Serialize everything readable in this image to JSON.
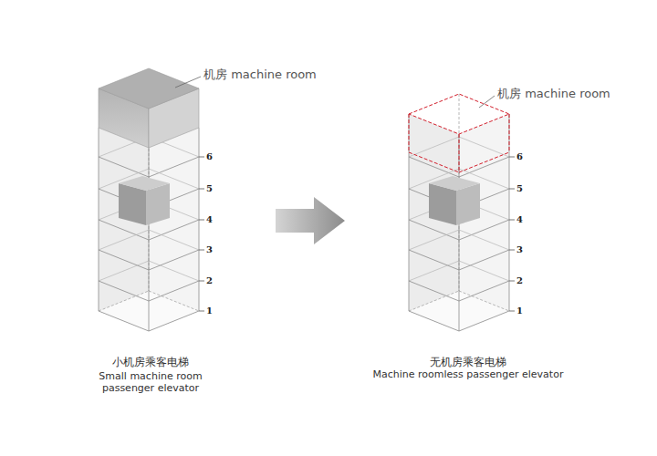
{
  "diagram": {
    "labels": [
      "机房 machine room",
      "6",
      "5",
      "4",
      "3",
      "2",
      "1",
      "小机房乘客电梯",
      "Small machine room passenger elevator",
      "机房 machine room",
      "6",
      "5",
      "4",
      "3",
      "2",
      "1",
      "无机房乘客电梯",
      "Machine roomless passenger elevator"
    ]
  }
}
